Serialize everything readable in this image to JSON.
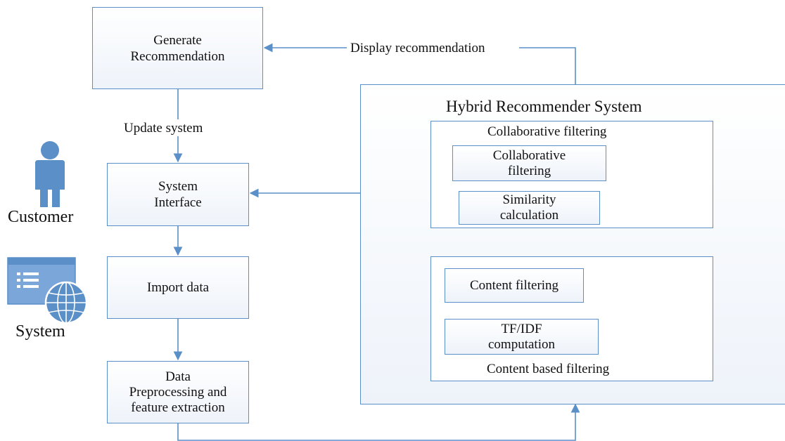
{
  "boxes": {
    "generate": "Generate Recommendation",
    "system_interface": "System Interface",
    "import_data": "Import data",
    "preprocessing": "Data Preprocessing and feature extraction",
    "hybrid_title": "Hybrid Recommender System",
    "collab_group_title": "Collaborative filtering",
    "collab_inner": "Collaborative filtering",
    "similarity": "Similarity calculation",
    "content_filtering": "Content filtering",
    "tfidf": "TF/IDF computation",
    "content_group_title": "Content based filtering"
  },
  "edges": {
    "display_recommendation": "Display recommendation",
    "update_system": "Update system"
  },
  "actors": {
    "customer": "Customer",
    "system": "System"
  },
  "icons": [
    "person-icon",
    "system-window-icon",
    "globe-icon"
  ],
  "colors": {
    "line": "#5b8fc7",
    "icon_fill": "#5b8fc7"
  }
}
